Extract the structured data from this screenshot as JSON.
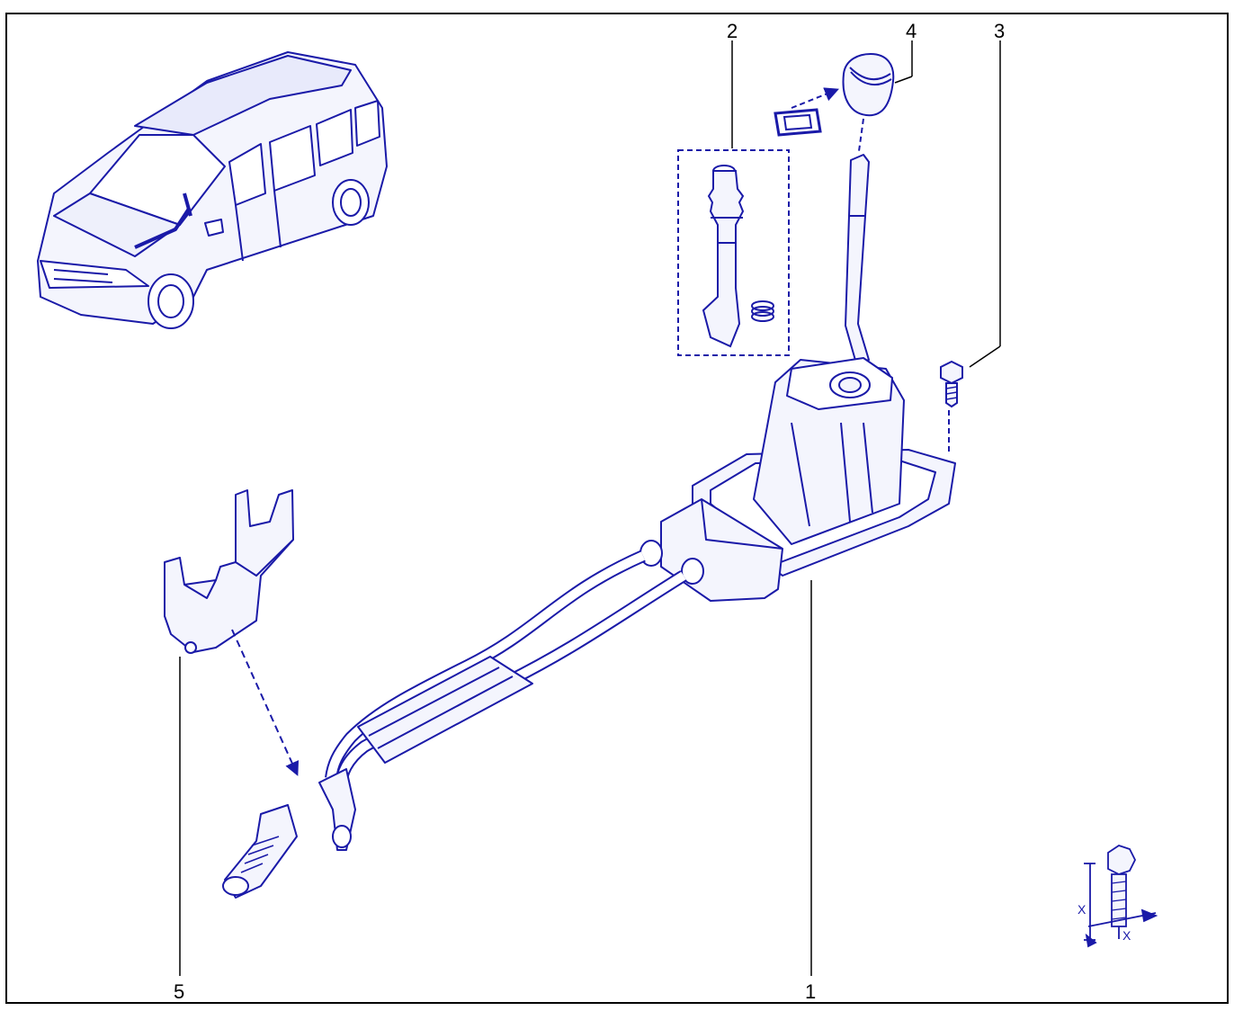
{
  "colors": {
    "ink": "#1a1aa8",
    "fill": "#eef0fb",
    "leader": "#000000"
  },
  "callouts": [
    "1",
    "2",
    "3",
    "4",
    "5"
  ],
  "torque_symbol": {
    "label": "X"
  }
}
